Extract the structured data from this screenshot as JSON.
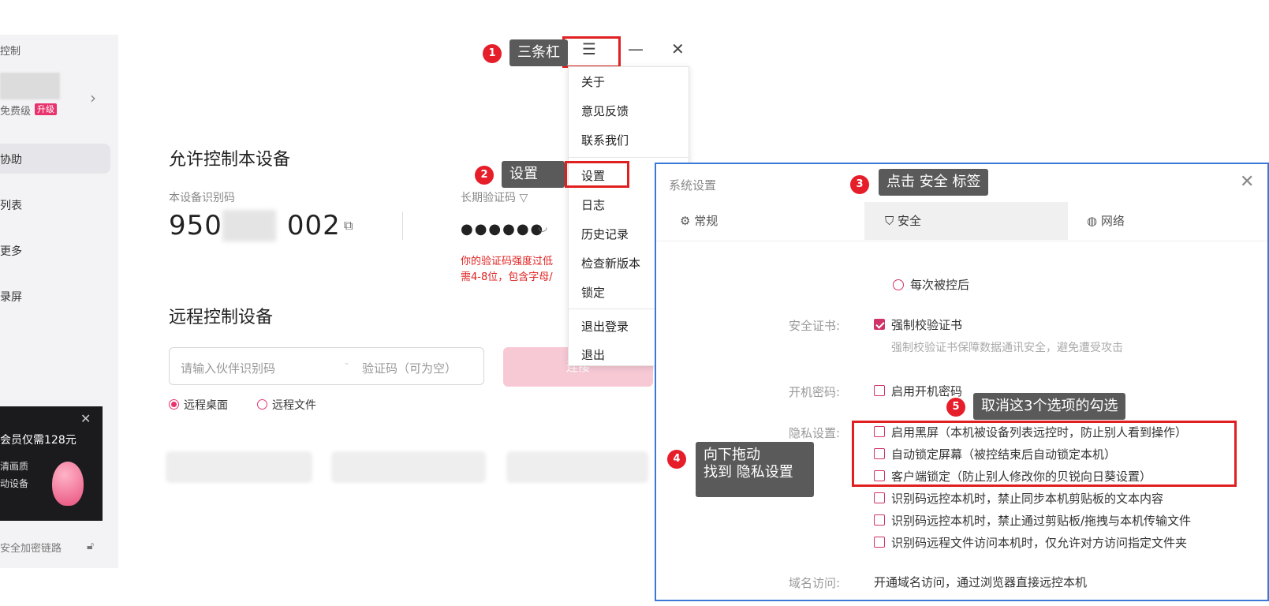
{
  "sidebar": {
    "title": "控制",
    "level": "免费级",
    "upgrade": "升级",
    "items": [
      "协助",
      "列表",
      "更多",
      "录屏"
    ],
    "promo": {
      "headline": "会员仅需128元",
      "line1": "清画质",
      "line2": "动设备"
    },
    "secure_link": "安全加密链路"
  },
  "main": {
    "allow_title": "允许控制本设备",
    "device_id_label": "本设备识别码",
    "device_id_prefix": "950",
    "device_id_suffix": "002",
    "password_label": "长期验证码 ▽",
    "password_value": "●●●●●●",
    "warning_line1": "你的验证码强度过低",
    "warning_line2": "需4-8位，包含字母/",
    "remote_title": "远程控制设备",
    "partner_placeholder": "请输入伙伴识别码",
    "code_placeholder": "验证码（可为空）",
    "connect_label": "连接",
    "radio_desktop": "远程桌面",
    "radio_file": "远程文件"
  },
  "menu": {
    "items": [
      "关于",
      "意见反馈",
      "联系我们",
      "设置",
      "日志",
      "历史记录",
      "检查新版本",
      "锁定",
      "退出登录",
      "退出"
    ]
  },
  "callouts": {
    "c1": {
      "num": "1",
      "text": "三条杠"
    },
    "c2": {
      "num": "2",
      "text": "设置"
    },
    "c3": {
      "num": "3",
      "text": "点击 安全 标签"
    },
    "c4": {
      "num": "4",
      "line1": "向下拖动",
      "line2": "找到 隐私设置"
    },
    "c5": {
      "num": "5",
      "text": "取消这3个选项的勾选"
    }
  },
  "settings": {
    "title": "系统设置",
    "tabs": [
      "常规",
      "安全",
      "网络"
    ],
    "after_control": "每次被控后",
    "cert_label": "安全证书:",
    "cert_option": "强制校验证书",
    "cert_desc": "强制校验证书保障数据通讯安全，避免遭受攻击",
    "boot_label": "开机密码:",
    "boot_option": "启用开机密码",
    "privacy_label": "隐私设置:",
    "privacy_options": [
      "启用黑屏（本机被设备列表远控时，防止别人看到操作）",
      "自动锁定屏幕（被控结束后自动锁定本机）",
      "客户端锁定（防止别人修改你的贝锐向日葵设置）",
      "识别码远控本机时，禁止同步本机剪贴板的文本内容",
      "识别码远控本机时，禁止通过剪贴板/拖拽与本机传输文件",
      "识别码远程文件访问本机时，仅允许对方访问指定文件夹"
    ],
    "domain_label": "域名访问:",
    "domain_text": "开通域名访问，通过浏览器直接远控本机"
  }
}
